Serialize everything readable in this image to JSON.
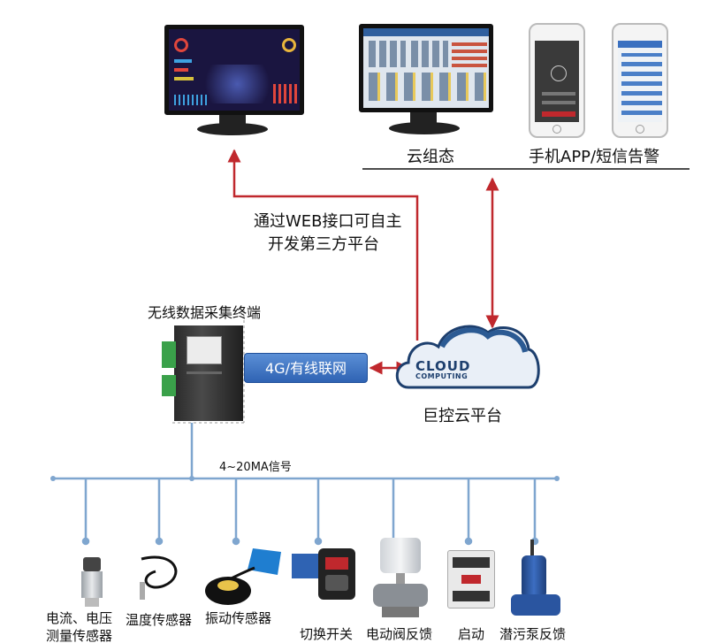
{
  "labels": {
    "cloud_config": "云组态",
    "mobile_alert": "手机APP/短信告警",
    "web_line1": "通过WEB接口可自主",
    "web_line2": "开发第三方平台",
    "terminal": "无线数据采集终端",
    "network": "4G/有线联网",
    "platform": "巨控云平台",
    "signal": "4~20MA信号"
  },
  "cloud_logo": {
    "line1": "CLOUD",
    "line2": "COMPUTING"
  },
  "sensors": [
    {
      "line1": "电流、电压",
      "line2": "测量传感器"
    },
    {
      "line1": "温度传感器",
      "line2": ""
    },
    {
      "line1": "振动传感器",
      "line2": ""
    },
    {
      "line1": "切换开关",
      "line2": ""
    },
    {
      "line1": "电动阀反馈",
      "line2": ""
    },
    {
      "line1": "启动",
      "line2": ""
    },
    {
      "line1": "潜污泵反馈",
      "line2": ""
    }
  ],
  "colors": {
    "arrow": "#c0282d",
    "bus": "#7fa6cf",
    "badge": "#3a70c0",
    "cloud_dark": "#1d3f6e"
  }
}
